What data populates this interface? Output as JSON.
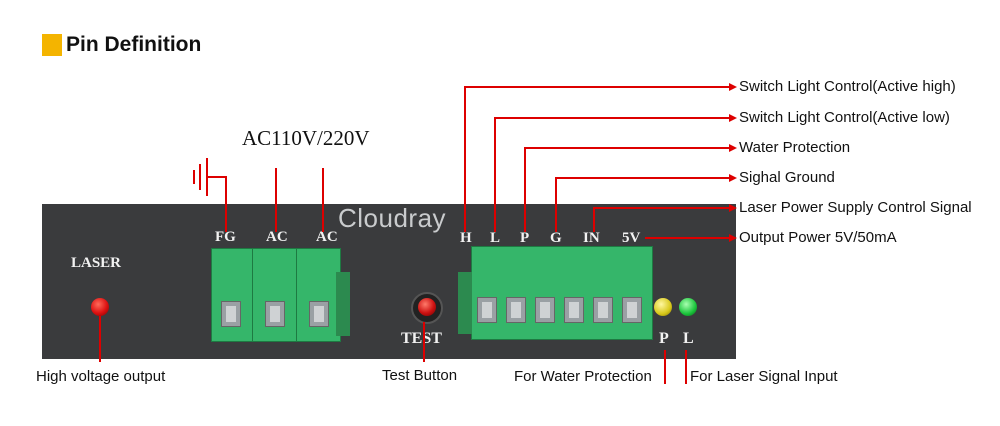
{
  "title": "Pin Definition",
  "colors": {
    "accent": "#f4b400",
    "line": "#dd0000",
    "panel": "#3a3b3d",
    "terminal": "#35b66a"
  },
  "power_label": "AC110V/220V",
  "brand": "Cloudray",
  "laser_label": "LASER",
  "test_label": "TEST",
  "left_pins": [
    "FG",
    "AC",
    "AC"
  ],
  "right_pins": [
    "H",
    "L",
    "P",
    "G",
    "IN",
    "5V"
  ],
  "indicator_letters": {
    "p": "P",
    "l": "L"
  },
  "callouts": {
    "h": "Switch Light Control(Active high)",
    "l": "Switch Light Control(Active low)",
    "p": "Water Protection",
    "g": "Sighal Ground",
    "in": "Laser Power Supply Control Signal",
    "v5": "Output Power 5V/50mA"
  },
  "bottom_labels": {
    "laser": "High voltage output",
    "test": "Test Button",
    "water": "For Water Protection",
    "signal": "For Laser Signal Input"
  }
}
